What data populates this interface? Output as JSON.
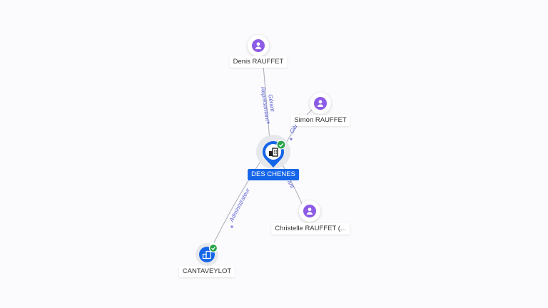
{
  "colors": {
    "company": "#1565e8",
    "person": "#8c5ce6",
    "edge": "#a9adb8",
    "edge_label": "#5b5fd1",
    "check": "#27a34a"
  },
  "nodes": {
    "main": {
      "label": "DES CHENES",
      "icon": "building-icon",
      "verified": true
    },
    "denis": {
      "label": "Denis RAUFFET",
      "icon": "person-icon"
    },
    "simon": {
      "label": "Simon RAUFFET",
      "icon": "person-icon"
    },
    "christelle": {
      "label": "Christelle RAUFFET (...",
      "icon": "person-icon"
    },
    "cantaveylot": {
      "label": "CANTAVEYLOT",
      "icon": "building-icon",
      "verified": true
    }
  },
  "edges": {
    "denis_main": {
      "label": "Gérant\nReprésentant"
    },
    "simon_main": {
      "label": "Gér"
    },
    "christelle_main": {
      "label": "ant"
    },
    "cantaveylot_main": {
      "label": "Administrateur"
    }
  }
}
